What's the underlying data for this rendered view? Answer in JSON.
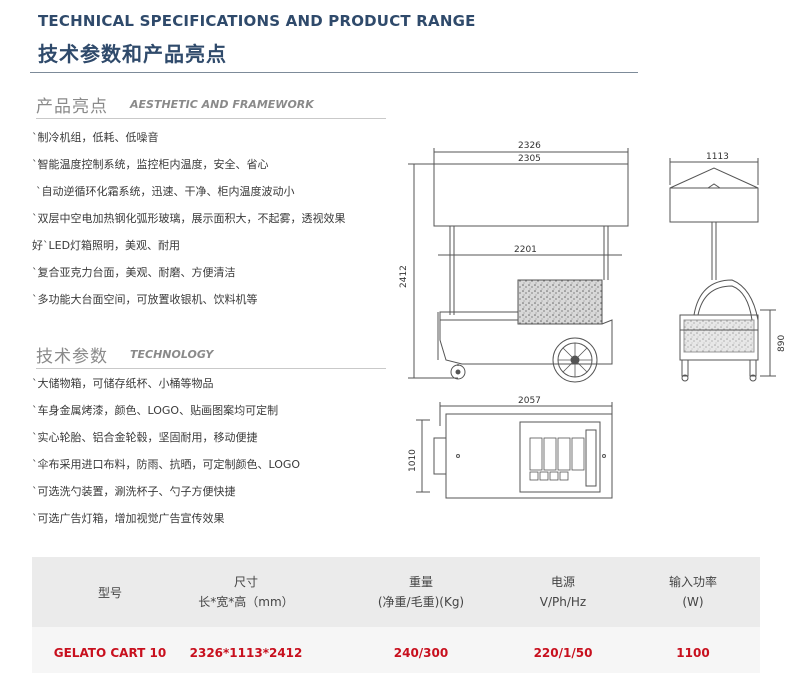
{
  "header": {
    "title_en": "TECHNICAL SPECIFICATIONS AND PRODUCT RANGE",
    "title_cn": "技术参数和产品亮点"
  },
  "highlights": {
    "heading_cn": "产品亮点",
    "heading_en": "AESTHETIC AND FRAMEWORK",
    "items": [
      "`制冷机组，低耗、低噪音",
      "`智能温度控制系统，监控柜内温度，安全、省心",
      "`自动逆循环化霜系统，迅速、干净、柜内温度波动小",
      "`双层中空电加热钢化弧形玻璃，展示面积大，不起雾，透视效果",
      "好`LED灯箱照明，美观、耐用",
      "`复合亚克力台面，美观、耐磨、方便清洁",
      "`多功能大台面空间，可放置收银机、饮料机等"
    ]
  },
  "technology": {
    "heading_cn": "技术参数",
    "heading_en": "TECHNOLOGY",
    "items": [
      "`大储物箱，可储存纸杯、小桶等物品",
      "`车身金属烤漆，颜色、LOGO、贴画图案均可定制",
      "`实心轮胎、铝合金轮毂，坚固耐用，移动便捷",
      "`伞布采用进口布料，防雨、抗晒，可定制颜色、LOGO",
      "`可选洗勺装置，涮洗杯子、勺子方便快捷",
      "`可选广告灯箱，增加视觉广告宣传效果"
    ]
  },
  "drawing": {
    "dims": {
      "d2326": "2326",
      "d2305": "2305",
      "d2201": "2201",
      "d2412": "2412",
      "d1113": "1113",
      "d890": "890",
      "d2057": "2057",
      "d1010": "1010"
    },
    "colors": {
      "line": "#555555",
      "glass_texture": "#888888"
    }
  },
  "table": {
    "headers": [
      {
        "line1": "型号",
        "line2": ""
      },
      {
        "line1": "尺寸",
        "line2": "长*宽*高（mm）"
      },
      {
        "line1": "重量",
        "line2": "(净重/毛重)(Kg)"
      },
      {
        "line1": "电源",
        "line2": "V/Ph/Hz"
      },
      {
        "line1": "输入功率",
        "line2": "(W)"
      }
    ],
    "rows": [
      [
        "GELATO CART 10",
        "2326*1113*2412",
        "240/300",
        "220/1/50",
        "1100"
      ]
    ],
    "colors": {
      "value": "#c8101e",
      "header_bg": "#ebebeb"
    }
  }
}
